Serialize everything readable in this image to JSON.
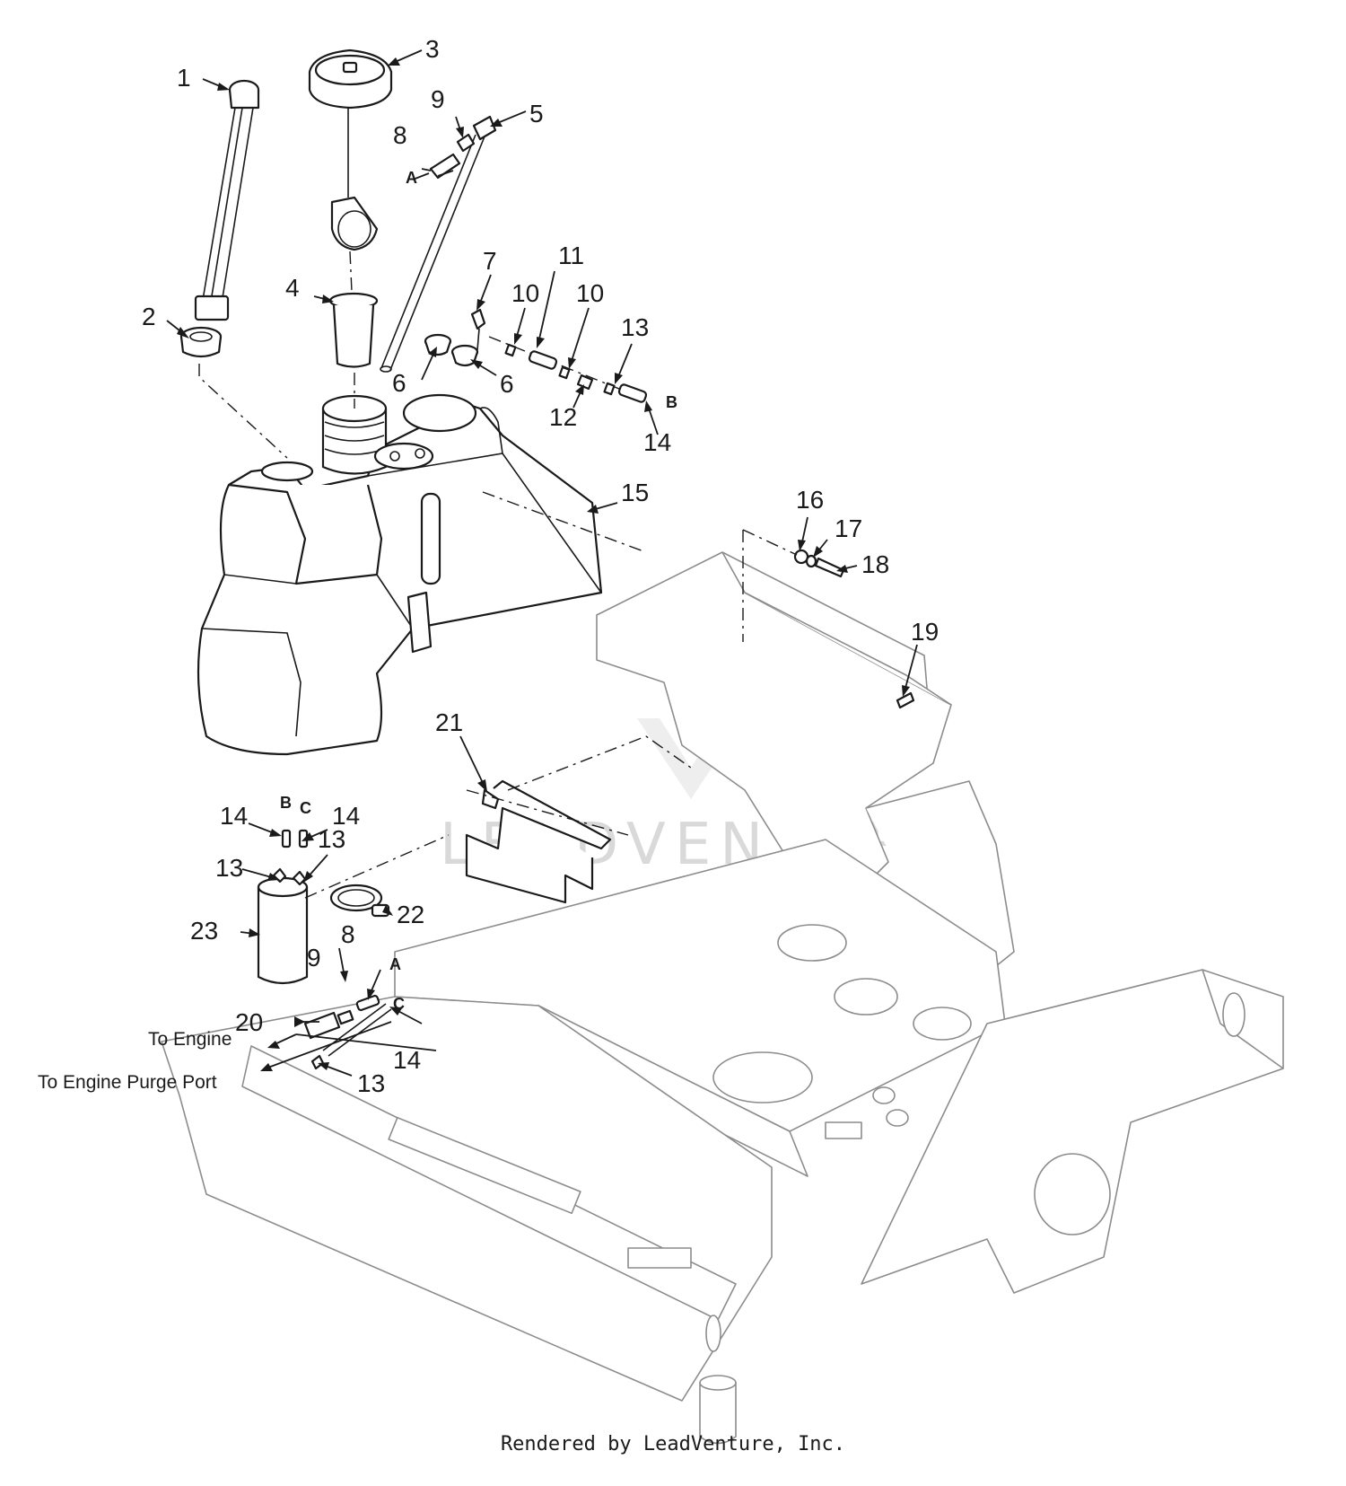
{
  "callouts": [
    {
      "id": "c1",
      "label": "1"
    },
    {
      "id": "c2",
      "label": "2"
    },
    {
      "id": "c3",
      "label": "3"
    },
    {
      "id": "c4",
      "label": "4"
    },
    {
      "id": "c5",
      "label": "5"
    },
    {
      "id": "c6a",
      "label": "6"
    },
    {
      "id": "c6b",
      "label": "6"
    },
    {
      "id": "c7",
      "label": "7"
    },
    {
      "id": "c8a",
      "label": "8"
    },
    {
      "id": "c8b",
      "label": "8"
    },
    {
      "id": "c9a",
      "label": "9"
    },
    {
      "id": "c9b",
      "label": "9"
    },
    {
      "id": "c10a",
      "label": "10"
    },
    {
      "id": "c10b",
      "label": "10"
    },
    {
      "id": "c11",
      "label": "11"
    },
    {
      "id": "c12",
      "label": "12"
    },
    {
      "id": "c13a",
      "label": "13"
    },
    {
      "id": "c13b",
      "label": "13"
    },
    {
      "id": "c13c",
      "label": "13"
    },
    {
      "id": "c13d",
      "label": "13"
    },
    {
      "id": "c14a",
      "label": "14"
    },
    {
      "id": "c14b",
      "label": "14"
    },
    {
      "id": "c14c",
      "label": "14"
    },
    {
      "id": "c14d",
      "label": "14"
    },
    {
      "id": "c15",
      "label": "15"
    },
    {
      "id": "c16",
      "label": "16"
    },
    {
      "id": "c17",
      "label": "17"
    },
    {
      "id": "c18",
      "label": "18"
    },
    {
      "id": "c19",
      "label": "19"
    },
    {
      "id": "c20",
      "label": "20"
    },
    {
      "id": "c21",
      "label": "21"
    },
    {
      "id": "c22",
      "label": "22"
    },
    {
      "id": "c23",
      "label": "23"
    }
  ],
  "connection_refs": [
    {
      "id": "rA1",
      "label": "A"
    },
    {
      "id": "rA2",
      "label": "A"
    },
    {
      "id": "rB1",
      "label": "B"
    },
    {
      "id": "rB2",
      "label": "B"
    },
    {
      "id": "rC1",
      "label": "C"
    },
    {
      "id": "rC2",
      "label": "C"
    }
  ],
  "destinations": {
    "engine": "To Engine",
    "purge": "To Engine Purge Port"
  },
  "watermark": "LEADVENTURE",
  "footer": "Rendered by LeadVenture, Inc.",
  "colors": {
    "line": "#1a1a1a",
    "frame": "#8c8c8c",
    "watermark": "#d9d9d9"
  }
}
